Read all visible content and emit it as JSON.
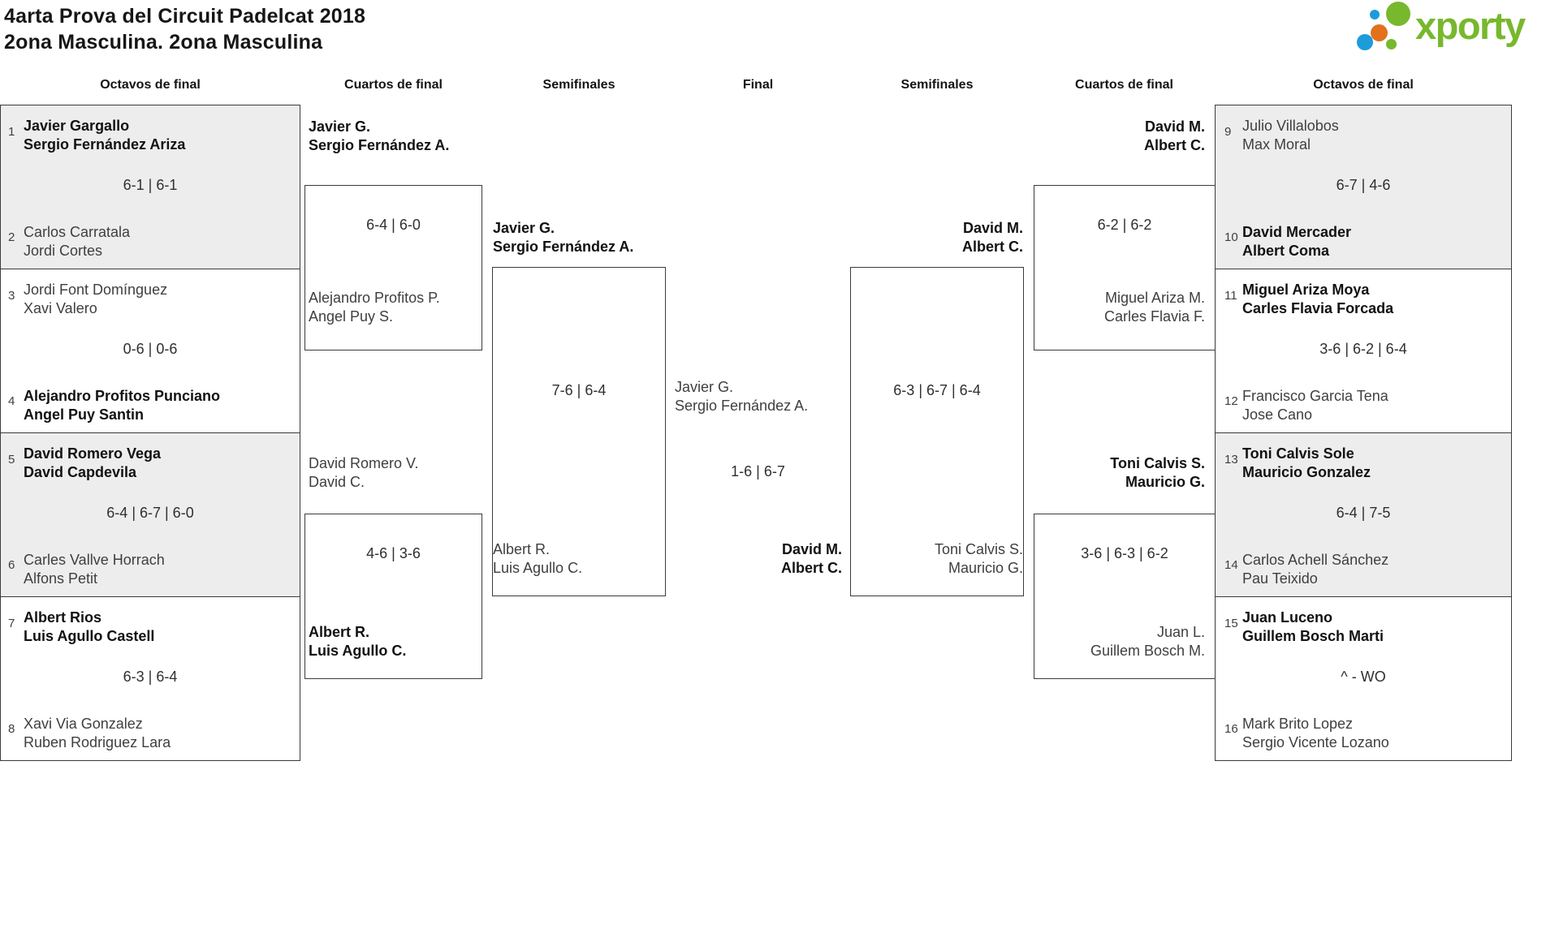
{
  "header": {
    "title_line1": "4arta Prova del Circuit Padelcat 2018",
    "title_line2": "2ona Masculina. 2ona Masculina",
    "logo": {
      "text": "xporty",
      "green": "#77b82d",
      "blue": "#1c9cd8",
      "orange": "#e2711d"
    }
  },
  "columns": [
    "Octavos de final",
    "Cuartos de final",
    "Semifinales",
    "Final",
    "Semifinales",
    "Cuartos de final",
    "Octavos de final"
  ],
  "chart_data": {
    "type": "table",
    "subtype": "tournament-bracket",
    "title": "4arta Prova del Circuit Padelcat 2018 - 2ona Masculina. 2ona Masculina",
    "rounds": {
      "r16_left": [
        {
          "seed_top": "1",
          "top1": "Javier Gargallo",
          "top2": "Sergio Fernández Ariza",
          "score": "6-1 | 6-1",
          "seed_bot": "2",
          "bot1": "Carlos Carratala",
          "bot2": "Jordi Cortes",
          "winner": "top"
        },
        {
          "seed_top": "3",
          "top1": "Jordi Font Domínguez",
          "top2": "Xavi Valero",
          "score": "0-6 | 0-6",
          "seed_bot": "4",
          "bot1": "Alejandro Profitos Punciano",
          "bot2": "Angel Puy Santin",
          "winner": "bottom"
        },
        {
          "seed_top": "5",
          "top1": "David Romero Vega",
          "top2": "David Capdevila",
          "score": "6-4 | 6-7 | 6-0",
          "seed_bot": "6",
          "bot1": "Carles Vallve Horrach",
          "bot2": "Alfons Petit",
          "winner": "top"
        },
        {
          "seed_top": "7",
          "top1": "Albert Rios",
          "top2": "Luis Agullo Castell",
          "score": "6-3 | 6-4",
          "seed_bot": "8",
          "bot1": "Xavi Via Gonzalez",
          "bot2": "Ruben Rodriguez Lara",
          "winner": "top"
        }
      ],
      "r16_right": [
        {
          "seed_top": "9",
          "top1": "Julio Villalobos",
          "top2": "Max Moral",
          "score": "6-7 | 4-6",
          "seed_bot": "10",
          "bot1": "David Mercader",
          "bot2": "Albert Coma",
          "winner": "bottom"
        },
        {
          "seed_top": "11",
          "top1": "Miguel Ariza Moya",
          "top2": "Carles Flavia Forcada",
          "score": "3-6 | 6-2 | 6-4",
          "seed_bot": "12",
          "bot1": "Francisco Garcia Tena",
          "bot2": "Jose Cano",
          "winner": "top"
        },
        {
          "seed_top": "13",
          "top1": "Toni Calvis Sole",
          "top2": "Mauricio Gonzalez",
          "score": "6-4 | 7-5",
          "seed_bot": "14",
          "bot1": "Carlos Achell Sánchez",
          "bot2": "Pau Teixido",
          "winner": "top"
        },
        {
          "seed_top": "15",
          "top1": "Juan Luceno",
          "top2": "Guillem Bosch Marti",
          "score": "^ - WO",
          "seed_bot": "16",
          "bot1": "Mark Brito Lopez",
          "bot2": "Sergio Vicente Lozano",
          "winner": "top"
        }
      ],
      "qf_left": [
        {
          "top1": "Javier G.",
          "top2": "Sergio Fernández A.",
          "score": "6-4 | 6-0",
          "bot1": "Alejandro Profitos P.",
          "bot2": "Angel Puy S.",
          "winner": "top"
        },
        {
          "top1": "David Romero V.",
          "top2": "David C.",
          "score": "4-6 | 3-6",
          "bot1": "Albert R.",
          "bot2": "Luis Agullo C.",
          "winner": "bottom"
        }
      ],
      "qf_right": [
        {
          "top1": "David M.",
          "top2": "Albert C.",
          "score": "6-2 | 6-2",
          "bot1": "Miguel Ariza M.",
          "bot2": "Carles Flavia F.",
          "winner": "top"
        },
        {
          "top1": "Toni Calvis S.",
          "top2": "Mauricio G.",
          "score": "3-6 | 6-3 | 6-2",
          "bot1": "Juan L.",
          "bot2": "Guillem Bosch M.",
          "winner": "top"
        }
      ],
      "sf_left": {
        "top1": "Javier G.",
        "top2": "Sergio Fernández A.",
        "score": "7-6 | 6-4",
        "bot1": "Albert R.",
        "bot2": "Luis Agullo C.",
        "winner": "top"
      },
      "sf_right": {
        "top1": "David M.",
        "top2": "Albert C.",
        "score": "6-3 | 6-7 | 6-4",
        "bot1": "Toni Calvis S.",
        "bot2": "Mauricio G.",
        "winner": "top"
      },
      "final": {
        "top1": "Javier G.",
        "top2": "Sergio Fernández A.",
        "score": "1-6 | 6-7",
        "bot1": "David M.",
        "bot2": "Albert C.",
        "winner": "bottom"
      }
    }
  }
}
